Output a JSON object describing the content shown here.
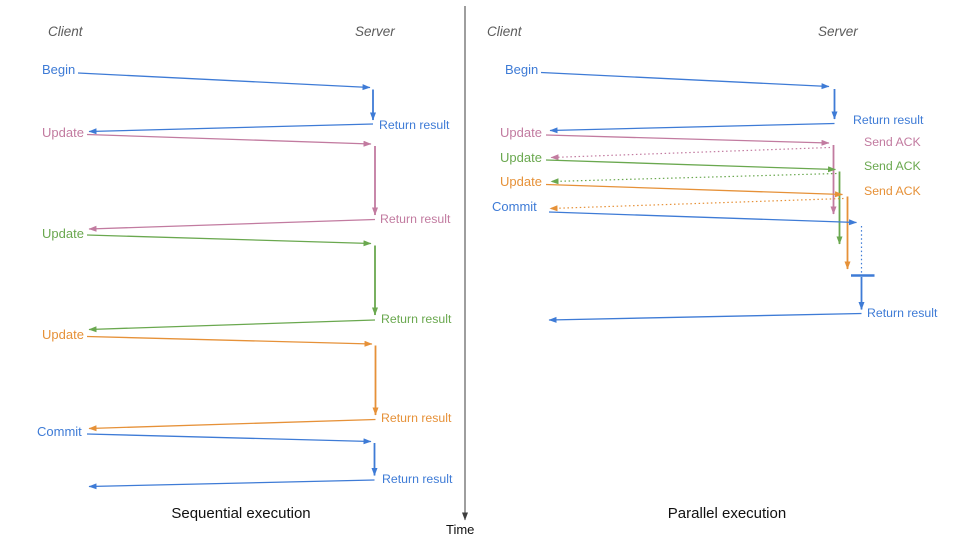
{
  "diagram": {
    "time_axis_label": "Time",
    "colors": {
      "blue": "#3e7bd6",
      "pink": "#c27ba0",
      "green": "#6aa84f",
      "orange": "#e69138",
      "header_gray": "#5b5b5b",
      "axis_dark": "#3d3d3d"
    },
    "sequential": {
      "title": "Sequential execution",
      "client_header": "Client",
      "server_header": "Server",
      "calls": [
        {
          "request": "Begin",
          "response": "Return result",
          "color": "#3e7bd6"
        },
        {
          "request": "Update",
          "response": "Return result",
          "color": "#c27ba0"
        },
        {
          "request": "Update",
          "response": "Return result",
          "color": "#6aa84f"
        },
        {
          "request": "Update",
          "response": "Return result",
          "color": "#e69138"
        },
        {
          "request": "Commit",
          "response": "Return result",
          "color": "#3e7bd6"
        }
      ]
    },
    "parallel": {
      "title": "Parallel execution",
      "client_header": "Client",
      "server_header": "Server",
      "calls": [
        {
          "request": "Begin",
          "response": "Return result",
          "color": "#3e7bd6"
        },
        {
          "request": "Update",
          "response": "Send ACK",
          "color": "#c27ba0"
        },
        {
          "request": "Update",
          "response": "Send ACK",
          "color": "#6aa84f"
        },
        {
          "request": "Update",
          "response": "Send ACK",
          "color": "#e69138"
        },
        {
          "request": "Commit",
          "response": "Return result",
          "color": "#3e7bd6"
        }
      ]
    }
  }
}
